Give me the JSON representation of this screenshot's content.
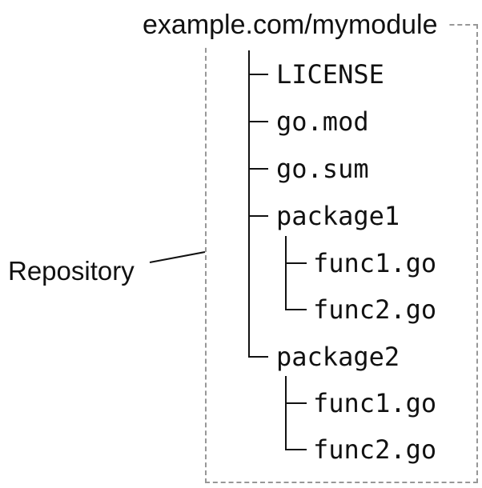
{
  "diagram": {
    "title": "example.com/mymodule",
    "annotation_label": "Repository",
    "tree": {
      "items": [
        {
          "label": "LICENSE",
          "depth": 1
        },
        {
          "label": "go.mod",
          "depth": 1
        },
        {
          "label": "go.sum",
          "depth": 1
        },
        {
          "label": "package1",
          "depth": 1
        },
        {
          "label": "func1.go",
          "depth": 2
        },
        {
          "label": "func2.go",
          "depth": 2
        },
        {
          "label": "package2",
          "depth": 1
        },
        {
          "label": "func1.go",
          "depth": 2
        },
        {
          "label": "func2.go",
          "depth": 2
        }
      ]
    },
    "colors": {
      "text": "#111111",
      "line": "#111111",
      "boundary_dots": "#979797",
      "background": "#ffffff"
    }
  }
}
